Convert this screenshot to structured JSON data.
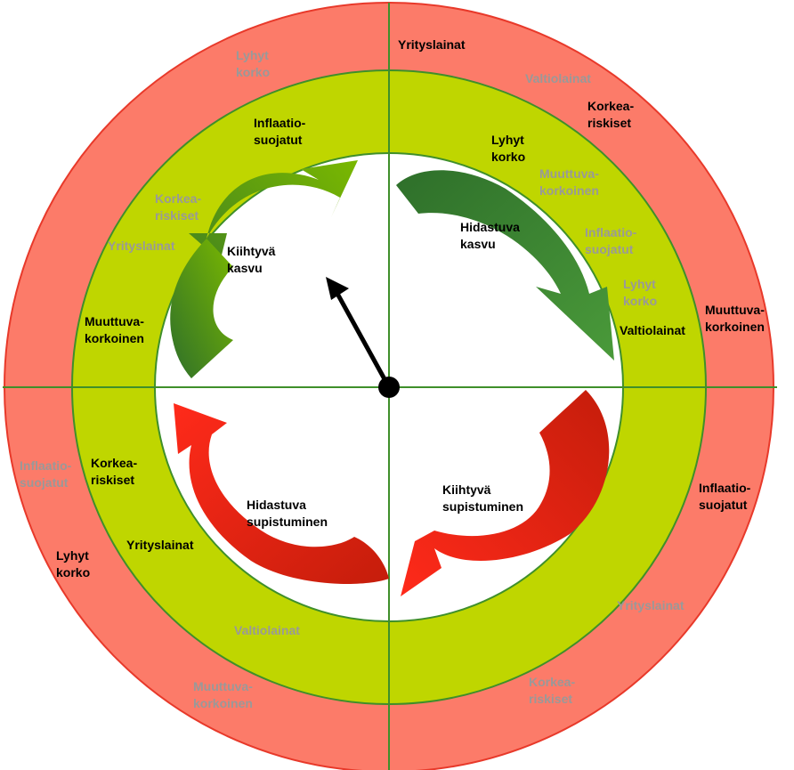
{
  "colors": {
    "outer_ring": "#fc7b69",
    "outer_ring_stroke": "#e8392a",
    "middle_ring": "#bfd600",
    "inner_disc": "#ffffff",
    "divider": "#3f8f2a",
    "label_dark": "#000000",
    "label_muted": "#999999",
    "arrow_growth_light": "#7ab800",
    "arrow_growth_dark": "#2e6f2a",
    "arrow_contraction_light": "#ff2a1a",
    "arrow_contraction_dark": "#c51d0b",
    "needle": "#000000"
  },
  "phases": {
    "top_left": "Kiihtyvä kasvu",
    "top_right": "Hidastuva kasvu",
    "bottom_right": "Kiihtyvä supistuminen",
    "bottom_left": "Hidastuva supistuminen"
  },
  "labels": {
    "outer_tl_1": "Lyhyt korko",
    "outer_top_1": "Yrityslainat",
    "outer_tr_1": "Valtiolainat",
    "outer_tr_2": "Korkea- riskiset",
    "outer_right_1": "Muuttuva- korkoinen",
    "outer_br_1": "Inflaatio- suojatut",
    "outer_br_2": "Yrityslainat",
    "outer_br_3": "Korkea- riskiset",
    "outer_bl_1": "Muuttuva- korkoinen",
    "outer_left_1": "Inflaatio- suojatut",
    "outer_left_2": "Lyhyt korko",
    "mid_tl_1": "Inflaatio- suojatut",
    "mid_tl_2": "Korkea- riskiset",
    "mid_tl_3": "Yrityslainat",
    "mid_tl_4": "Muuttuva- korkoinen",
    "mid_tr_1": "Lyhyt korko",
    "mid_tr_2": "Muuttuva- korkoinen",
    "mid_tr_3": "Inflaatio- suojatut",
    "mid_tr_4": "Lyhyt korko",
    "mid_tr_5": "Valtiolainat",
    "mid_bl_1": "Korkea- riskiset",
    "mid_bl_2": "Yrityslainat",
    "mid_bl_3": "Valtiolainat"
  }
}
